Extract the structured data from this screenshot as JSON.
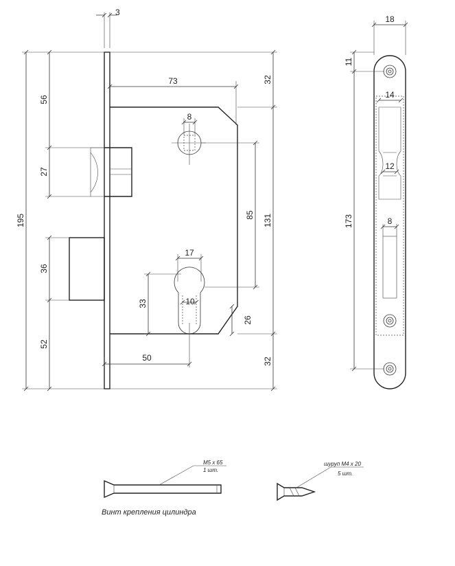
{
  "dimensions": {
    "faceplate_thickness": "3",
    "overall_height": "195",
    "top_to_latch": "56",
    "latch_height": "27",
    "deadbolt_height": "36",
    "bottom_to_deadbolt": "52",
    "backset_top": "73",
    "top_margin": "32",
    "body_height": "131",
    "spindle_square": "8",
    "center_distance": "85",
    "cylinder_width": "17",
    "cylinder_height": "33",
    "cylinder_pin": "10",
    "cylinder_bottom": "26",
    "backset": "50",
    "bottom_margin": "32",
    "strike_width": "18",
    "strike_top_hole": "11",
    "latch_window_width": "14",
    "latch_window_narrow": "12",
    "strike_hole_spacing": "173",
    "bolt_window_width": "8"
  },
  "notes": {
    "cylinder_screw_spec": "M5 x 65",
    "cylinder_screw_qty": "1 шт.",
    "wood_screw_spec": "шуруп М4 х 20",
    "wood_screw_qty": "5 шт.",
    "cylinder_screw_caption": "Винт крепления цилиндра"
  }
}
